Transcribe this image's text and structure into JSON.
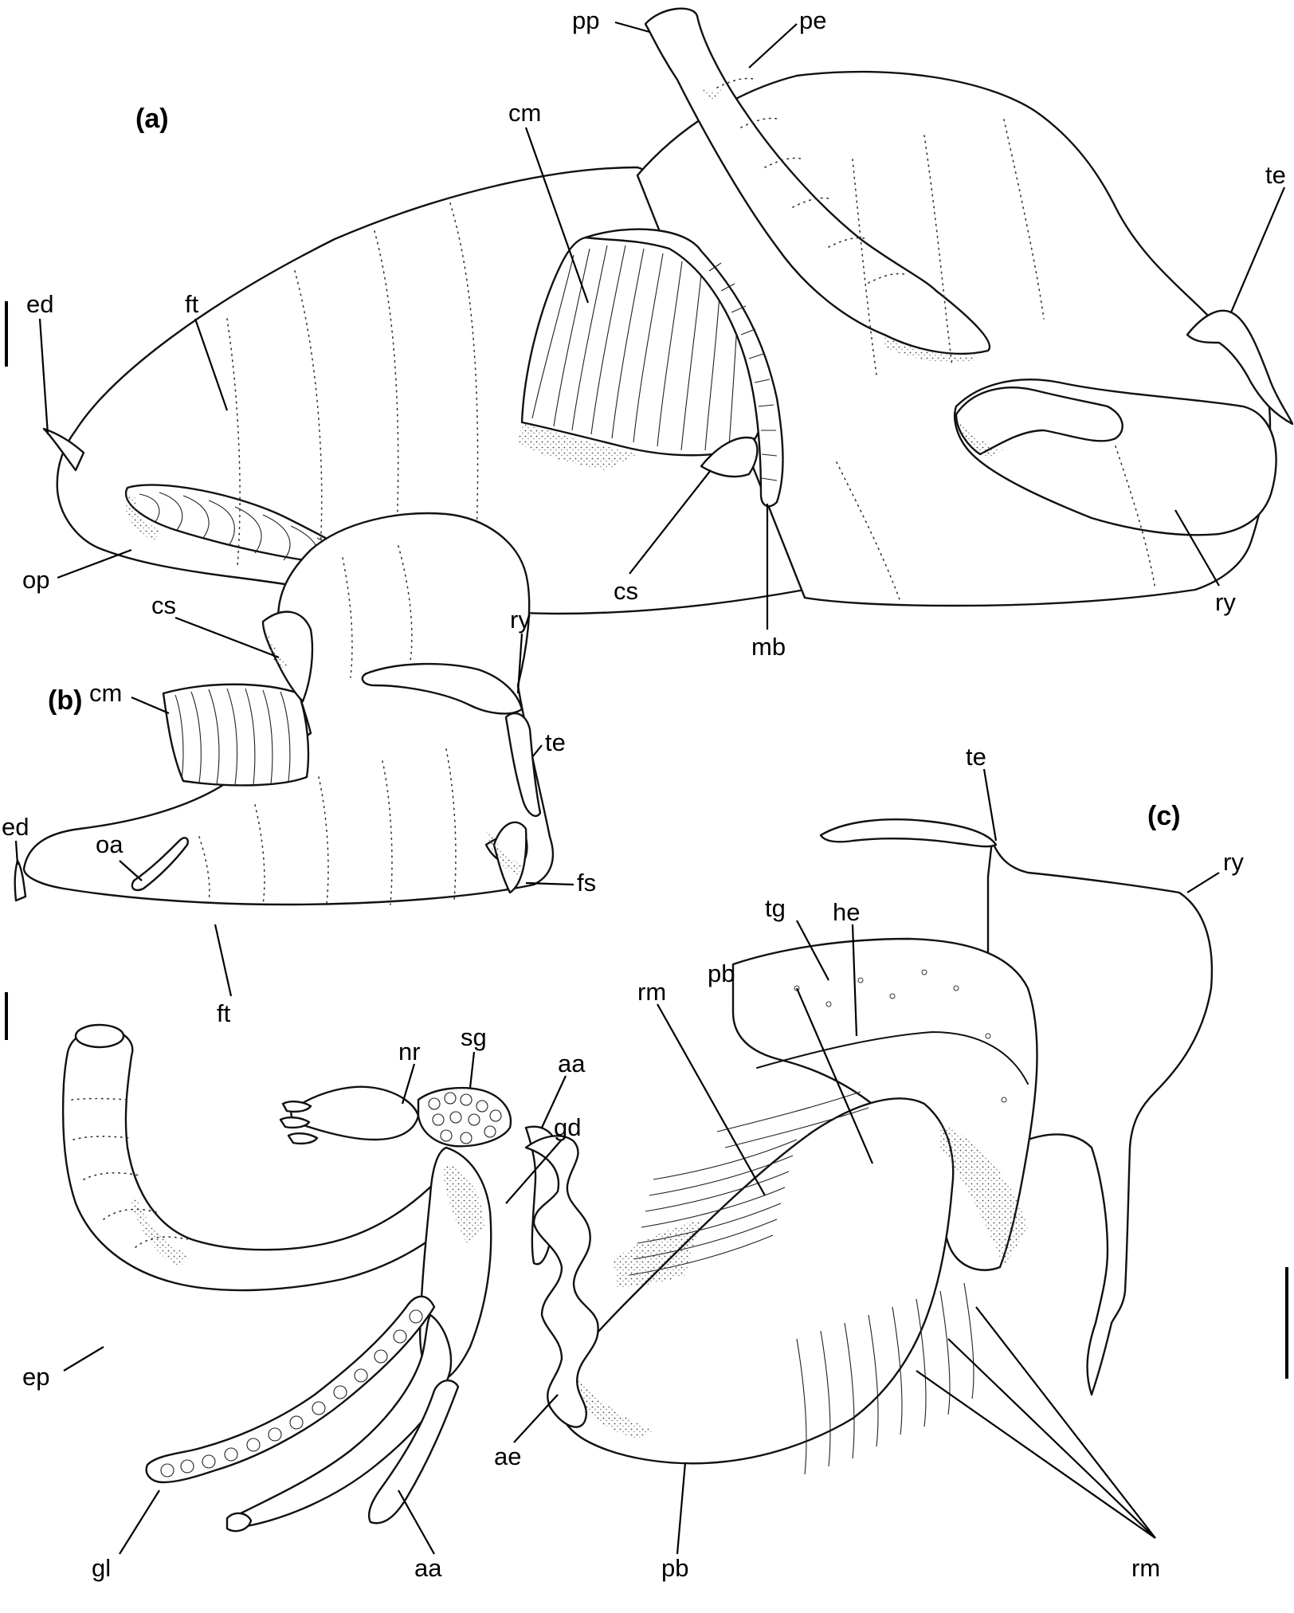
{
  "panels": {
    "a": "(a)",
    "b": "(b)",
    "c": "(c)"
  },
  "labels": {
    "a": {
      "pp": "pp",
      "pe": "pe",
      "cm": "cm",
      "te": "te",
      "ed": "ed",
      "ft": "ft",
      "op": "op",
      "cs": "cs",
      "mb": "mb",
      "ry": "ry"
    },
    "b": {
      "cs": "cs",
      "ry": "ry",
      "cm": "cm",
      "te": "te",
      "ed": "ed",
      "oa": "oa",
      "fs": "fs",
      "ft": "ft"
    },
    "c": {
      "te": "te",
      "ry": "ry",
      "tg": "tg",
      "he": "he",
      "pb": "pb",
      "rm": "rm",
      "rm2": "rm",
      "pb2": "pb"
    },
    "d": {
      "nr": "nr",
      "sg": "sg",
      "aa": "aa",
      "gd": "gd",
      "ep": "ep",
      "ae": "ae",
      "gl": "gl",
      "aa2": "aa"
    }
  }
}
